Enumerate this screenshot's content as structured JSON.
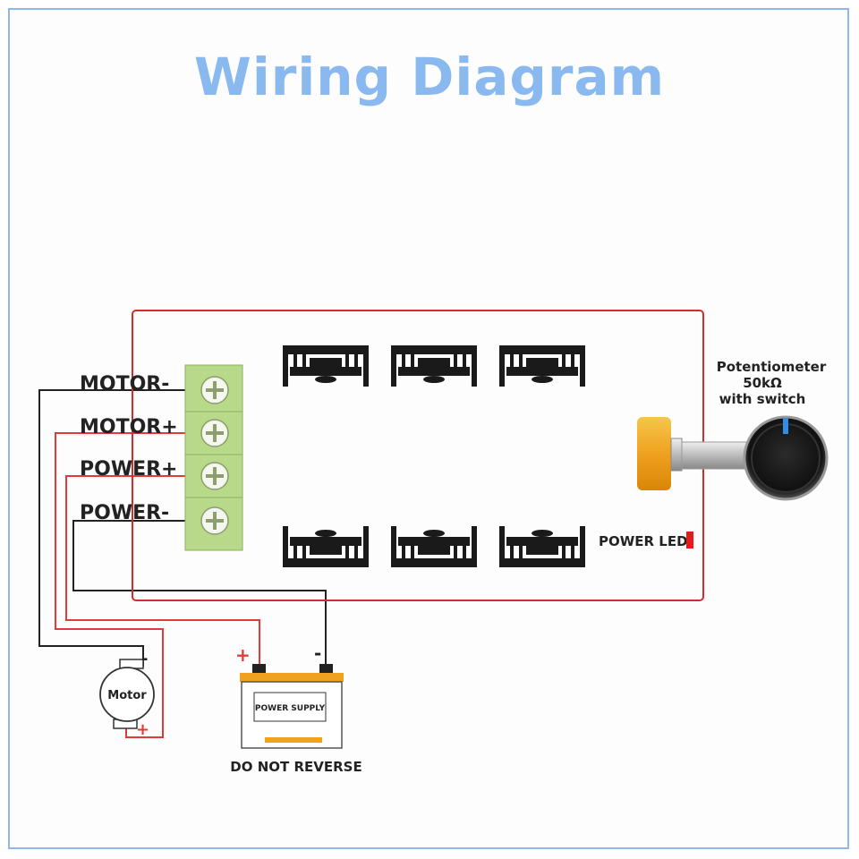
{
  "title": "Wiring Diagram",
  "terminals": [
    "MOTOR-",
    "MOTOR+",
    "POWER+",
    "POWER-"
  ],
  "potentiometer": {
    "line1": "Potentiometer",
    "line2": "50kΩ",
    "line3": "with switch"
  },
  "power_led_label": "POWER LED",
  "motor_label": "Motor",
  "power_supply_label": "POWER SUPPLY",
  "warning": "DO NOT REVERSE",
  "polarity": {
    "plus": "+",
    "minus": "-"
  },
  "colors": {
    "title": "#8ab9ef",
    "board_outline": "#d42b2b",
    "wire_positive": "#e03a3a",
    "wire_negative": "#222222",
    "terminal": "#b9d98a",
    "knob_shaft": "#f0a11f",
    "led": "#e31b1b"
  }
}
